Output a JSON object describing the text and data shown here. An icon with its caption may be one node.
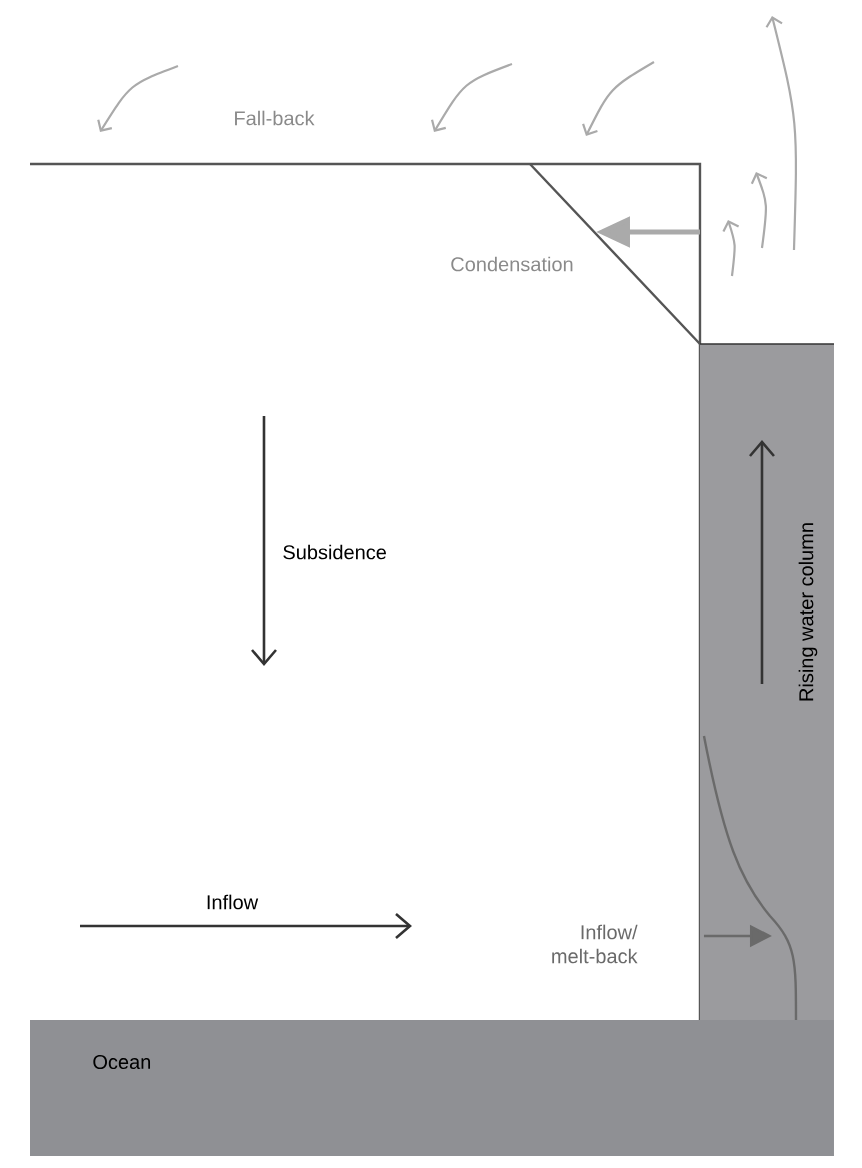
{
  "diagram": {
    "nodes": [
      {
        "text": [
          "Rising water column"
        ]
      },
      {
        "text": [
          "Ocean"
        ]
      }
    ],
    "labels": [
      "Fall-back",
      "Condensation",
      "Subsidence",
      "Inflow",
      "Inflow/ melt-back"
    ]
  }
}
